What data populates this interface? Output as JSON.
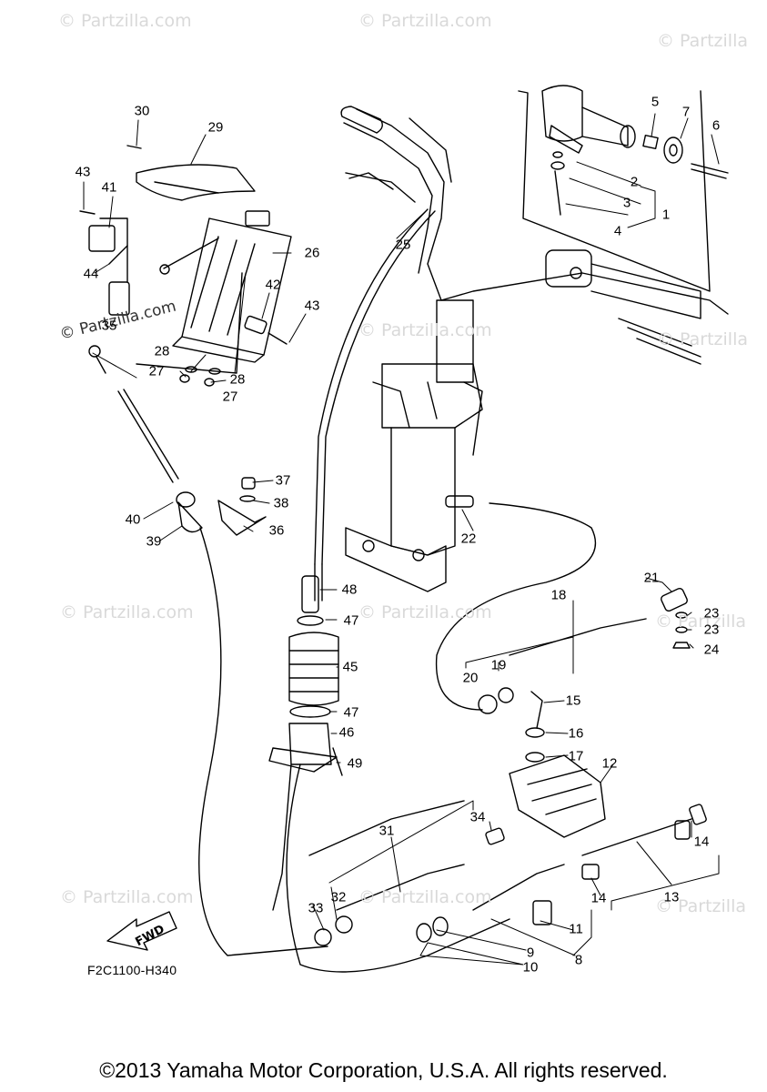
{
  "watermark": {
    "text": "© Partzilla.com",
    "text_short": "© Partzilla",
    "color": "#d9d9d9"
  },
  "diagram": {
    "code": "F2C1100-H340",
    "copyright": "©2013 Yamaha Motor Corporation, U.S.A. All rights reserved.",
    "fwd_label": "FWD",
    "part_numbers": [
      "1",
      "2",
      "3",
      "4",
      "5",
      "6",
      "7",
      "8",
      "9",
      "10",
      "11",
      "12",
      "13",
      "14",
      "14",
      "15",
      "16",
      "17",
      "18",
      "19",
      "20",
      "21",
      "22",
      "23",
      "23",
      "24",
      "25",
      "26",
      "27",
      "27",
      "28",
      "28",
      "29",
      "30",
      "31",
      "32",
      "33",
      "34",
      "35",
      "36",
      "37",
      "38",
      "39",
      "40",
      "41",
      "42",
      "43",
      "43",
      "44",
      "45",
      "46",
      "47",
      "47",
      "48",
      "49"
    ]
  },
  "colors": {
    "line": "#000000",
    "background": "#ffffff"
  }
}
